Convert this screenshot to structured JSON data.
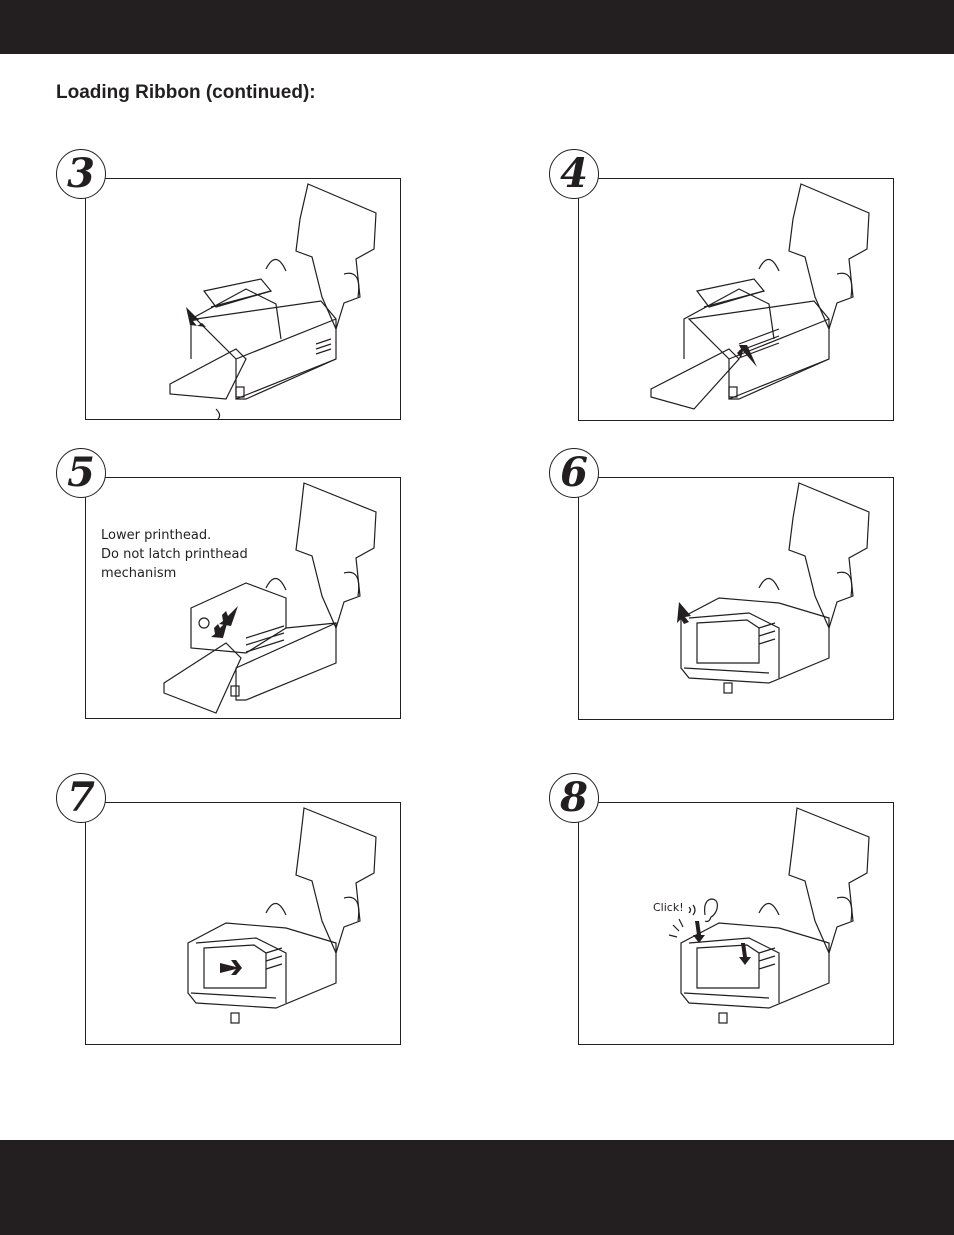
{
  "page": {
    "heading": "Loading Ribbon (continued):"
  },
  "steps": [
    {
      "number": "3"
    },
    {
      "number": "4"
    },
    {
      "number": "5",
      "note_lines": [
        "Lower printhead.",
        "Do not latch printhead",
        "mechanism"
      ]
    },
    {
      "number": "6"
    },
    {
      "number": "7"
    },
    {
      "number": "8",
      "callout": "Click!"
    }
  ],
  "colors": {
    "ink": "#231f20",
    "background": "#ffffff"
  }
}
